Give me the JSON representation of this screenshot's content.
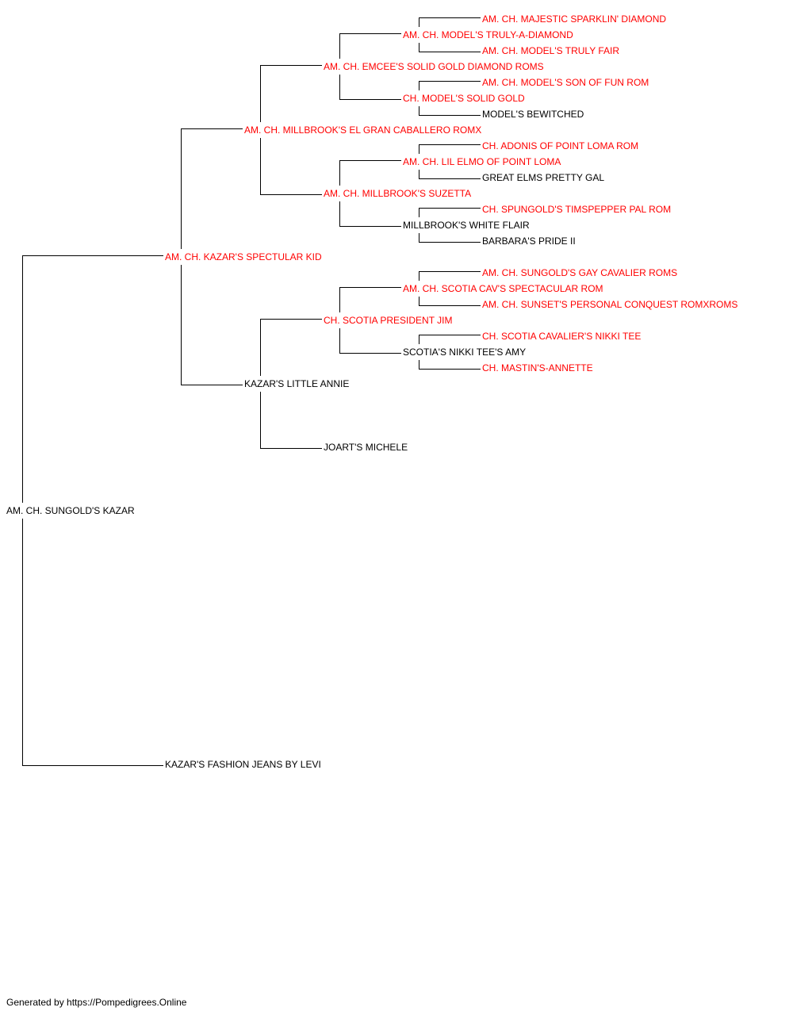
{
  "pedigree": {
    "subject": {
      "name": "AM. CH. SUNGOLD'S KAZAR",
      "champion": false
    },
    "sire": {
      "name": "AM. CH. KAZAR'S SPECTULAR KID",
      "champion": true
    },
    "dam": {
      "name": "KAZAR'S FASHION JEANS BY LEVI",
      "champion": false
    },
    "ss": {
      "name": "AM. CH. MILLBROOK'S EL GRAN CABALLERO ROMX",
      "champion": true
    },
    "sd": {
      "name": "KAZAR'S LITTLE ANNIE",
      "champion": false
    },
    "sss": {
      "name": "AM. CH. EMCEE'S SOLID GOLD DIAMOND ROMS",
      "champion": true
    },
    "ssd": {
      "name": "AM. CH. MILLBROOK'S SUZETTA",
      "champion": true
    },
    "sds": {
      "name": "CH. SCOTIA PRESIDENT JIM",
      "champion": true
    },
    "sdd": {
      "name": "JOART'S MICHELE",
      "champion": false
    },
    "ssss": {
      "name": "AM. CH. MODEL'S TRULY-A-DIAMOND",
      "champion": true
    },
    "sssd": {
      "name": "CH. MODEL'S SOLID GOLD",
      "champion": true
    },
    "ssds": {
      "name": "AM. CH. LIL ELMO OF POINT LOMA",
      "champion": true
    },
    "ssdd": {
      "name": "MILLBROOK'S WHITE FLAIR",
      "champion": false
    },
    "sdss": {
      "name": "AM. CH. SCOTIA CAV'S SPECTACULAR ROM",
      "champion": true
    },
    "sdsd": {
      "name": "SCOTIA'S NIKKI TEE'S AMY",
      "champion": false
    },
    "sssss": {
      "name": "AM. CH. MAJESTIC SPARKLIN' DIAMOND",
      "champion": true
    },
    "ssssd": {
      "name": "AM. CH. MODEL'S TRULY FAIR",
      "champion": true
    },
    "sssds": {
      "name": "AM. CH. MODEL'S SON OF FUN ROM",
      "champion": true
    },
    "sssdd": {
      "name": "MODEL'S BEWITCHED",
      "champion": false
    },
    "ssdss": {
      "name": "CH. ADONIS OF POINT LOMA ROM",
      "champion": true
    },
    "ssdsd": {
      "name": "GREAT ELMS PRETTY GAL",
      "champion": false
    },
    "ssdds": {
      "name": "CH. SPUNGOLD'S TIMSPEPPER PAL ROM",
      "champion": true
    },
    "ssddd": {
      "name": "BARBARA'S PRIDE II",
      "champion": false
    },
    "sdsss": {
      "name": "AM. CH. SUNGOLD'S GAY CAVALIER ROMS",
      "champion": true
    },
    "sdssd": {
      "name": "AM. CH. SUNSET'S PERSONAL CONQUEST ROMXROMS",
      "champion": true
    },
    "sdsds": {
      "name": "CH. SCOTIA CAVALIER'S NIKKI TEE",
      "champion": true
    },
    "sdsdd": {
      "name": "CH. MASTIN'S-ANNETTE",
      "champion": true
    }
  },
  "colors": {
    "champion": "#ff0000",
    "plain": "#000000",
    "line": "#000000"
  },
  "footer": "Generated by https://Pompedigrees.Online"
}
